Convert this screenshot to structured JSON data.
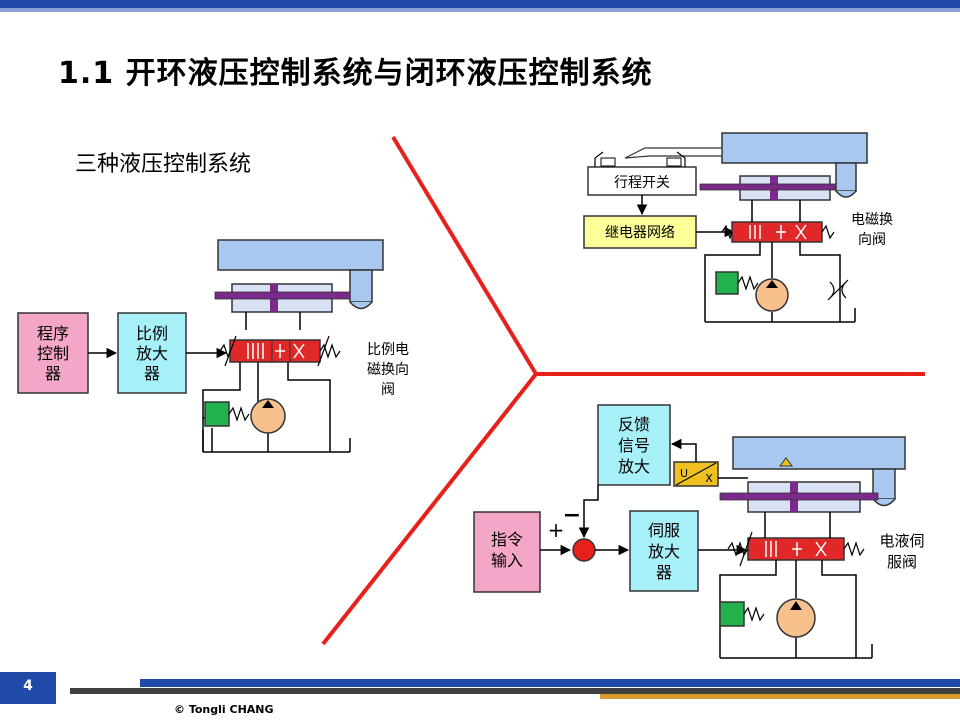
{
  "slide": {
    "title": "1.1 开环液压控制系统与闭环液压控制系统",
    "subtitle": "三种液压控制系统",
    "page_number": "4",
    "copyright": "© Tongli  CHANG"
  },
  "proportional_system": {
    "program_control": [
      "程序",
      "控制",
      "器"
    ],
    "proportional_amplifier": [
      "比例",
      "放大",
      "器"
    ],
    "valve_label": [
      "比例电",
      "磁换向",
      "阀"
    ]
  },
  "solenoid_system": {
    "travel_switch": "行程开关",
    "relay_network": "继电器网络",
    "valve_label": [
      "电磁换",
      "向阀"
    ]
  },
  "servo_system": {
    "feedback_amplifier": [
      "反馈",
      "信号",
      "放大"
    ],
    "command_input": [
      "指令",
      "输入"
    ],
    "servo_amplifier": [
      "伺服",
      "放大",
      "器"
    ],
    "valve_label": [
      "电液伺",
      "服阀"
    ],
    "plus_sign": "+",
    "minus_sign": "−",
    "lvdt_u": "U",
    "lvdt_x": "X"
  },
  "colors": {
    "accent_blue": "#1f4aa8",
    "divider_red": "#e8201c",
    "pink_box": "#f4a6c8",
    "cyan_box": "#a8f0f8",
    "yellow_box": "#ffff99",
    "valve_red": "#e02828",
    "cylinder_blue": "#a9c8ef",
    "pump_orange": "#f8c08c",
    "filter_green": "#22b14c",
    "rod_purple": "#7a2a8a"
  }
}
